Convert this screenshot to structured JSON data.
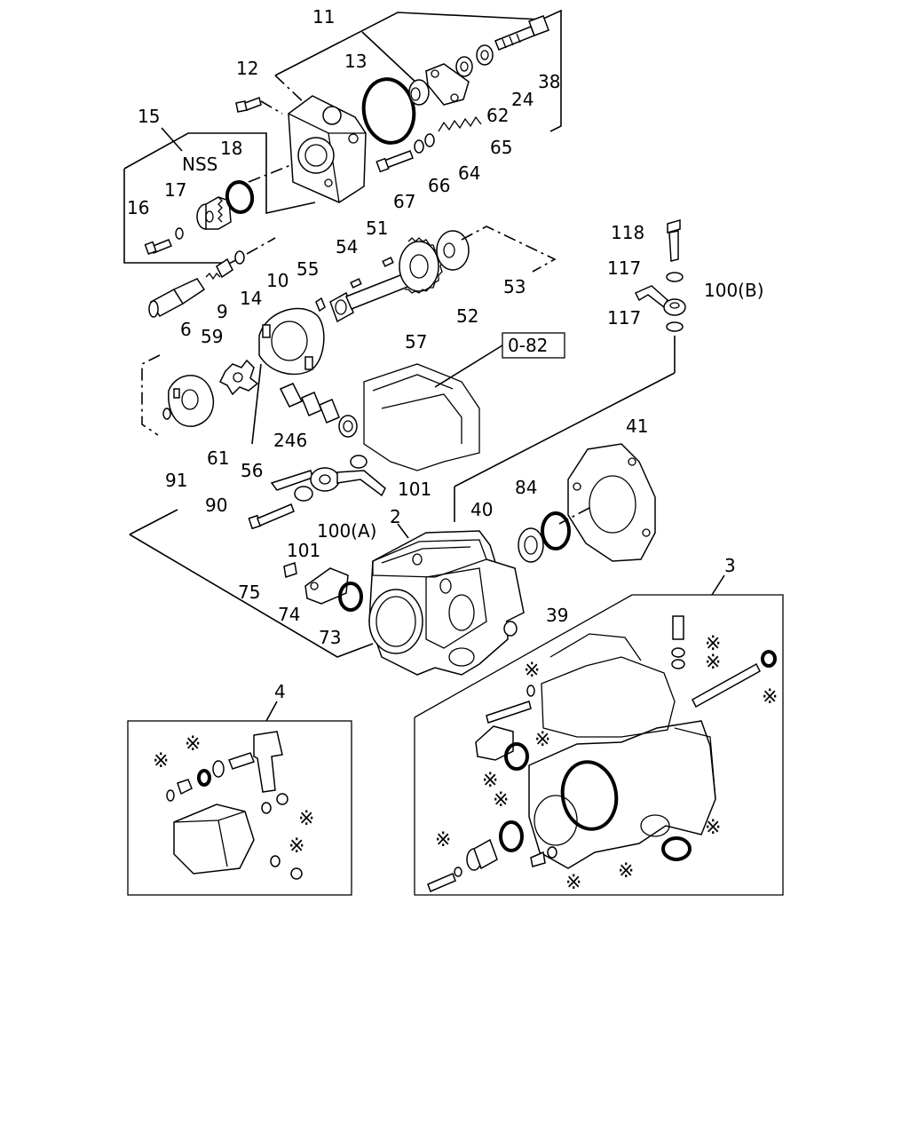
{
  "diagram": {
    "callouts": {
      "p11": "11",
      "p12": "12",
      "p13": "13",
      "p15": "15",
      "p16": "16",
      "p17": "17",
      "nss": "NSS",
      "p18": "18",
      "p38": "38",
      "p24": "24",
      "p62": "62",
      "p65": "65",
      "p64": "64",
      "p66": "66",
      "p67": "67",
      "p10": "10",
      "p14": "14",
      "p9": "9",
      "p6": "6",
      "p51": "51",
      "p54": "54",
      "p55": "55",
      "p53": "53",
      "p52": "52",
      "p57": "57",
      "p59": "59",
      "p118": "118",
      "p117a": "117",
      "p100b": "100(B)",
      "p117b": "117",
      "p082": "0-82",
      "p91": "91",
      "p61": "61",
      "p246": "246",
      "p56": "56",
      "p101a": "101",
      "p90": "90",
      "p101b": "101",
      "p100a": "100(A)",
      "p2": "2",
      "p41": "41",
      "p40": "40",
      "p84": "84",
      "p75": "75",
      "p74": "74",
      "p73": "73",
      "p39": "39",
      "p3": "3",
      "p4": "4"
    },
    "kit_marker": "※"
  }
}
